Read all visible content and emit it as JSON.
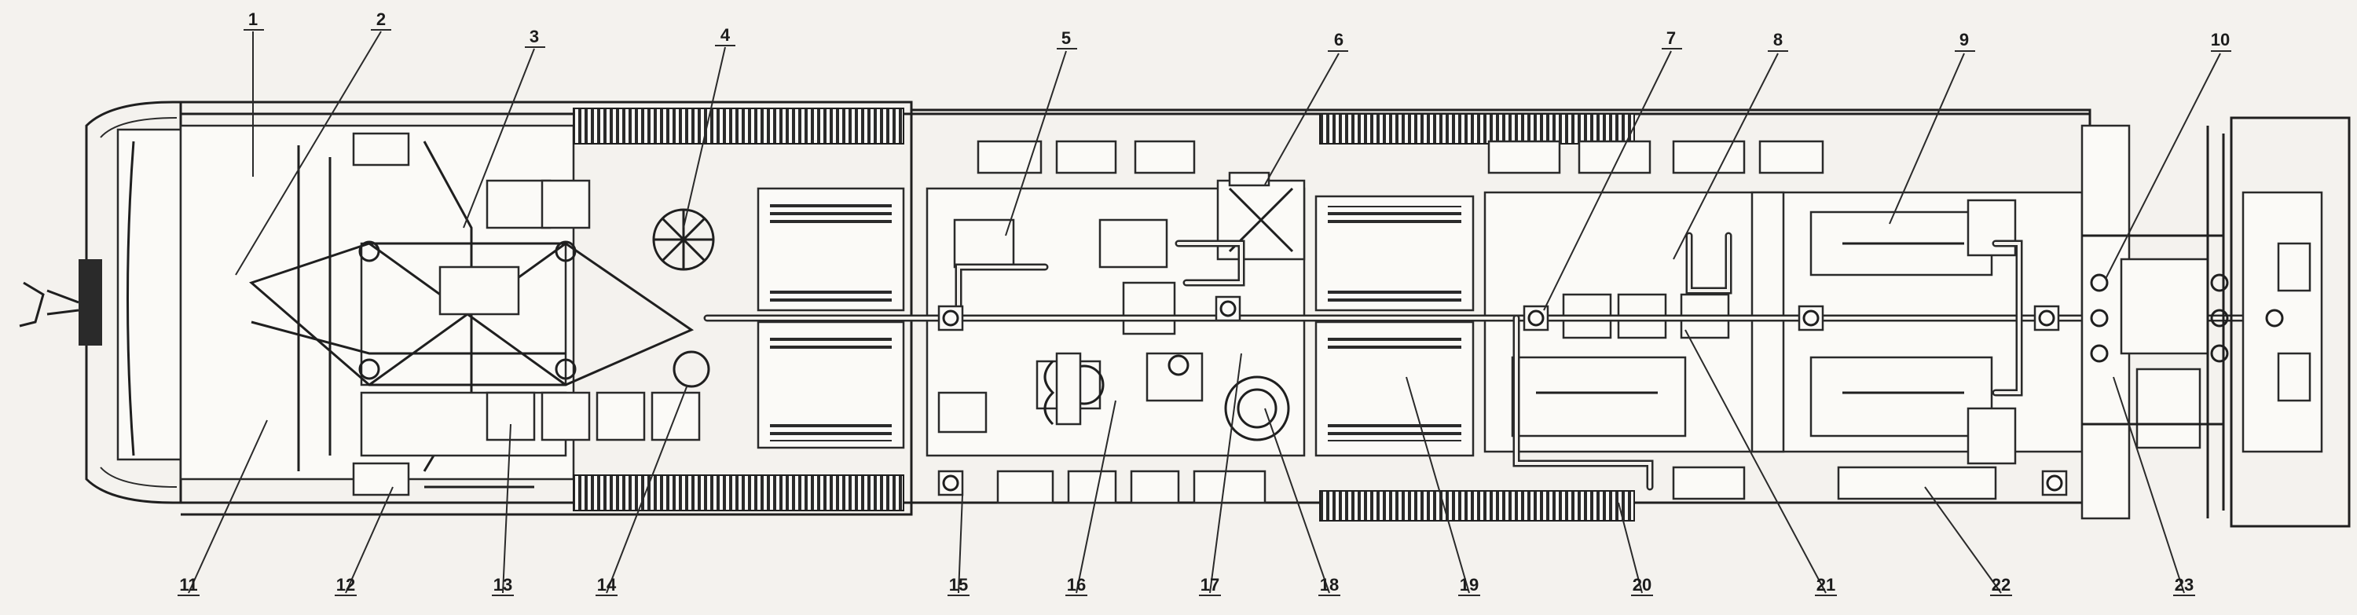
{
  "callouts": {
    "top": [
      "1",
      "2",
      "3",
      "4",
      "5",
      "6",
      "7",
      "8",
      "9",
      "10"
    ],
    "bottom": [
      "11",
      "12",
      "13",
      "14",
      "15",
      "16",
      "17",
      "18",
      "19",
      "20",
      "21",
      "22",
      "23"
    ]
  },
  "colors": {
    "ink": "#1f1f1f",
    "paper": "#f4f2ee"
  }
}
